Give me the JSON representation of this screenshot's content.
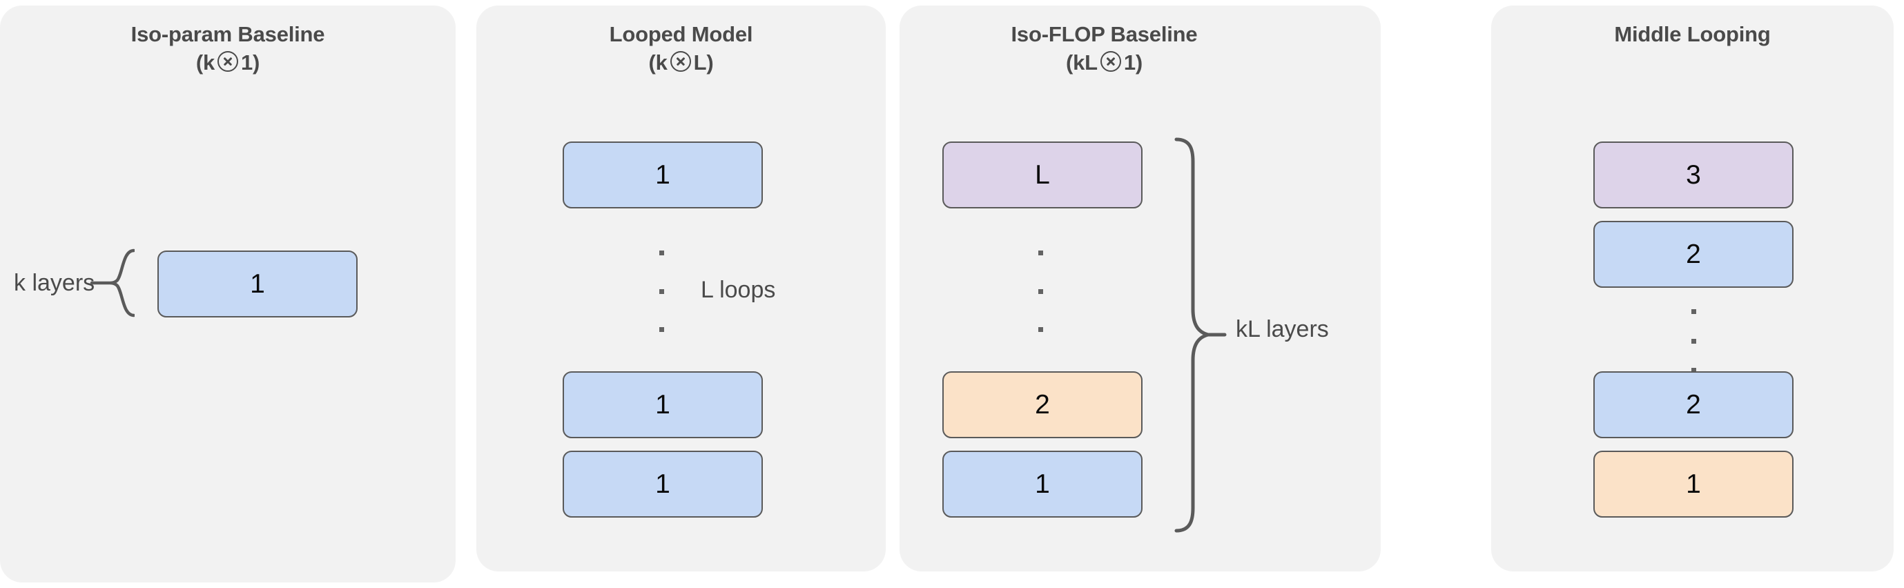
{
  "figure": {
    "type": "diagram",
    "description": "Four-panel schematic comparing layer-stacking configurations for looped transformer models",
    "panel_bg": "#F2F2F2",
    "colors": {
      "block_blue": "#C6D9F5",
      "block_purple": "#DDD3E9",
      "block_orange": "#FBE2C8",
      "block_border": "#5A5A5A",
      "title_text": "#4A4A4A",
      "label_text": "#4A4A4A",
      "brace": "#5A5A5A",
      "dot": "#636363"
    }
  },
  "panels": [
    {
      "id": "iso-param-baseline",
      "title_line1": "Iso-param Baseline",
      "title_line2_left": "(k",
      "title_line2_icon": "circled-times-icon",
      "title_line2_right": "1)",
      "side_label": "k layers",
      "brace_direction": "left",
      "blocks": [
        {
          "label": "1",
          "color": "blue"
        }
      ]
    },
    {
      "id": "looped-model",
      "title_line1": "Looped Model",
      "title_line2_left": "(k",
      "title_line2_icon": "circled-times-icon",
      "title_line2_right": "L)",
      "side_label": "L loops",
      "brace_direction": "none",
      "blocks": [
        {
          "label": "1",
          "color": "blue"
        },
        {
          "label": "1",
          "color": "blue"
        },
        {
          "label": "1",
          "color": "blue"
        }
      ]
    },
    {
      "id": "iso-flop-baseline",
      "title_line1": "Iso-FLOP Baseline",
      "title_line2_left": "(kL",
      "title_line2_icon": "circled-times-icon",
      "title_line2_right": "1)",
      "side_label": "kL layers",
      "brace_direction": "right",
      "blocks": [
        {
          "label": "L",
          "color": "purple"
        },
        {
          "label": "2",
          "color": "orange"
        },
        {
          "label": "1",
          "color": "blue"
        }
      ]
    },
    {
      "id": "middle-looping",
      "title_line1": "Middle Looping",
      "title_line2_left": "",
      "title_line2_icon": "",
      "title_line2_right": "",
      "side_label": "",
      "brace_direction": "none",
      "blocks": [
        {
          "label": "3",
          "color": "purple"
        },
        {
          "label": "2",
          "color": "blue"
        },
        {
          "label": "2",
          "color": "blue"
        },
        {
          "label": "1",
          "color": "orange"
        }
      ]
    }
  ],
  "ellipses": {
    "glyph": "vertical-dots",
    "count": 3
  }
}
